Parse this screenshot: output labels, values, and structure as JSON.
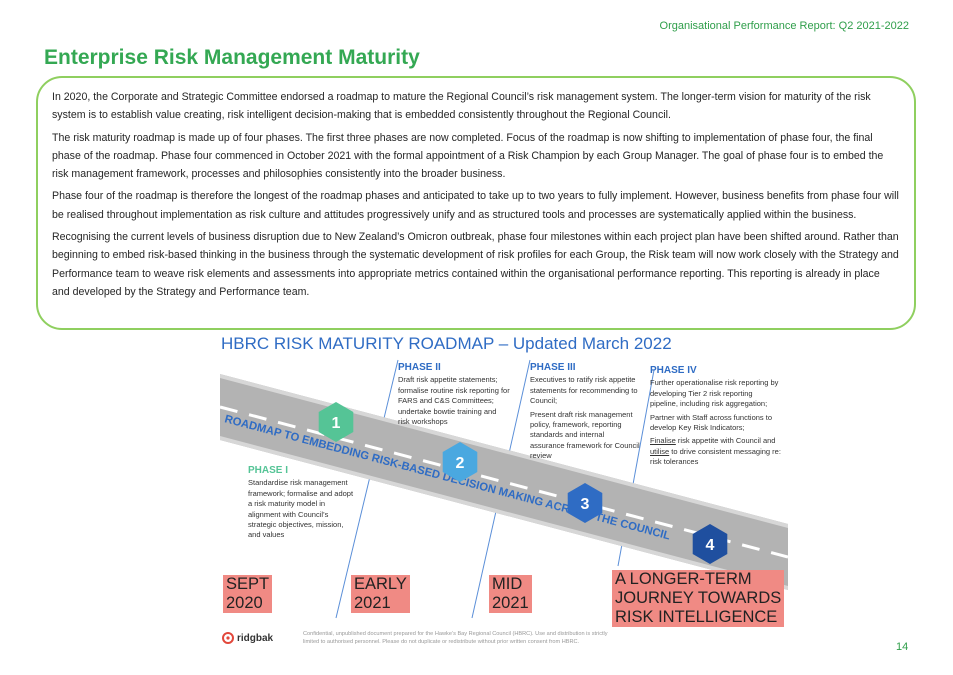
{
  "header": {
    "report_label": "Organisational Performance Report: Q2 2021-2022",
    "title": "Enterprise Risk Management Maturity"
  },
  "body": {
    "paragraphs": [
      "In 2020, the Corporate and Strategic Committee endorsed a roadmap to mature the Regional Council’s risk management system. The longer-term vision for maturity of the risk system is to establish value creating, risk intelligent decision-making that is embedded consistently throughout the Regional Council.",
      "The risk maturity roadmap is made up of four phases. The first three phases are now completed. Focus of the roadmap is now shifting to implementation of phase four, the final phase of the roadmap.  Phase four commenced in October 2021 with the formal appointment of a Risk Champion by each Group Manager.  The goal of phase four is to embed the risk management framework, processes and philosophies consistently into the broader business.",
      "Phase four of the roadmap is therefore the longest of the roadmap phases and anticipated to take up to two years to fully implement. However, business benefits from phase four will be realised throughout implementation as risk culture and attitudes progressively unify and as structured tools and processes are systematically applied within the business.",
      "Recognising the current levels of business disruption due to New Zealand’s Omicron outbreak, phase four milestones within each project plan have been shifted around.  Rather than beginning to embed risk-based thinking in the business through the systematic development of risk profiles for each Group, the Risk team will now work closely with the Strategy and Performance team to weave risk elements and assessments into appropriate metrics contained within the organisational performance reporting. This reporting is already in place and developed by the Strategy and Performance team."
    ]
  },
  "roadmap": {
    "title": "HBRC RISK MATURITY ROADMAP – Updated March 2022",
    "road_text": "ROADMAP TO EMBEDDING RISK-BASED DECISION MAKING ACROSS THE COUNCIL",
    "milestones": [
      "1",
      "2",
      "3",
      "4"
    ],
    "milestone_colors": [
      "#55c496",
      "#4aa8e0",
      "#2f6cc4",
      "#1f4f9f"
    ],
    "phases": {
      "p1": {
        "title": "PHASE I",
        "text": "Standardise risk management framework; formalise and adopt a risk maturity model in alignment with Council’s strategic objectives, mission, and values"
      },
      "p2": {
        "title": "PHASE II",
        "text": "Draft risk appetite statements; formalise routine risk reporting for FARS and C&S Committees; undertake bowtie training and risk workshops"
      },
      "p3": {
        "title": "PHASE III",
        "text1": "Executives to ratify risk appetite statements for recommending to Council;",
        "text2": "Present draft risk management policy, framework, reporting standards and internal assurance framework for Council review"
      },
      "p4": {
        "title": "PHASE IV",
        "text1": "Further operationalise risk reporting by developing Tier 2 risk reporting pipeline, including risk aggregation;",
        "text2": "Partner with Staff across functions to develop Key Risk Indicators;",
        "text3_u1": "Finalise",
        "text3_mid": " risk appetite with Council and ",
        "text3_u2": "utilise",
        "text3_end": " to drive consistent messaging re: risk tolerances"
      }
    },
    "stages": {
      "s1a": "SEPT",
      "s1b": "2020",
      "s2a": "EARLY",
      "s2b": "2021",
      "s3a": "MID",
      "s3b": "2021",
      "s4a": "A LONGER-TERM",
      "s4b": "JOURNEY TOWARDS",
      "s4c": "RISK INTELLIGENCE"
    }
  },
  "footer": {
    "logo_text": "ridgbak",
    "confidential": "Confidential, unpublished document prepared for the Hawke’s Bay Regional Council (HBRC). Use and distribution is strictly limited to authorised personnel. Please do not duplicate or redistribute without prior written consent from HBRC.",
    "page_number": "14"
  }
}
